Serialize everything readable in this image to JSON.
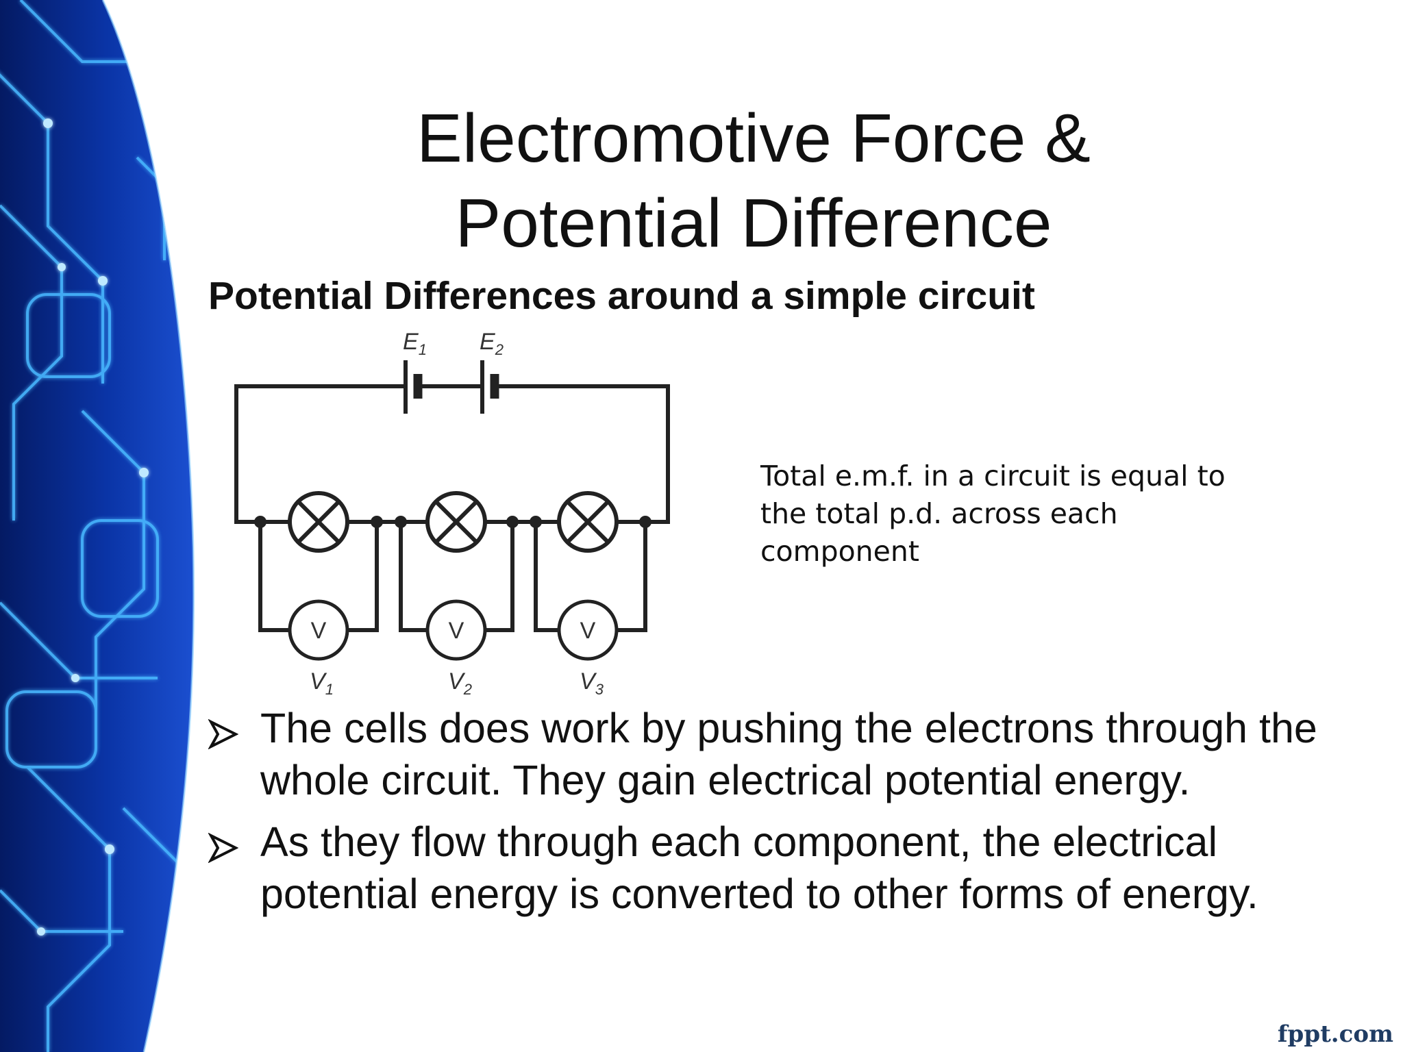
{
  "slide": {
    "title_line1": "Electromotive Force &",
    "title_line2": "Potential Difference",
    "subtitle": "Potential Differences around a simple circuit",
    "note": "Total e.m.f. in a circuit is equal to the total p.d. across each component",
    "bullets": [
      "The cells does work by pushing the electrons through the whole circuit. They gain electrical potential energy.",
      "As they flow through each component, the electrical potential energy is converted to other forms of energy."
    ],
    "brand": "fppt.com"
  },
  "circuit": {
    "cells": [
      {
        "symbol": "E",
        "sub": "1"
      },
      {
        "symbol": "E",
        "sub": "2"
      }
    ],
    "meters": [
      {
        "glyph": "V",
        "symbol": "V",
        "sub": "1"
      },
      {
        "glyph": "V",
        "symbol": "V",
        "sub": "2"
      },
      {
        "glyph": "V",
        "symbol": "V",
        "sub": "3"
      }
    ]
  },
  "colors": {
    "background_art": "#0a2f8f",
    "glow": "#3fb4ff",
    "brand": "#1f3c63"
  }
}
